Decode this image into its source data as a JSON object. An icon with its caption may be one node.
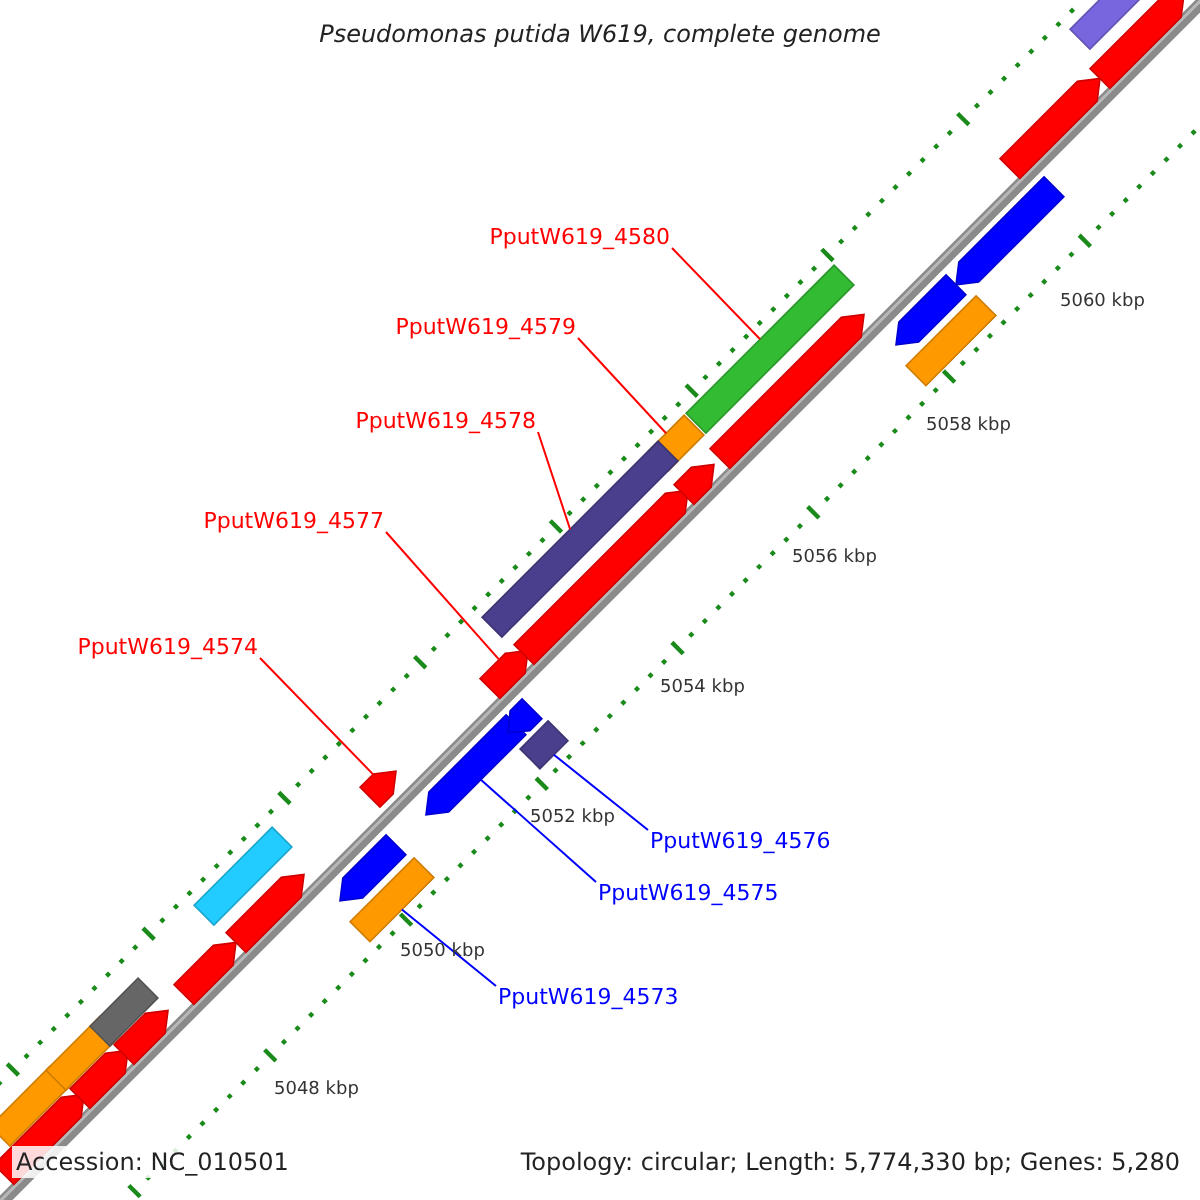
{
  "diagram": {
    "title": "Pseudomonas putida W619, complete genome",
    "nodes": [
      {
        "text": [
          "PputW619_4580"
        ]
      },
      {
        "text": [
          "PputW619_4579"
        ]
      },
      {
        "text": [
          "PputW619_4578"
        ]
      },
      {
        "text": [
          "PputW619_4577"
        ]
      },
      {
        "text": [
          "PputW619_4574"
        ]
      },
      {
        "text": [
          "PputW619_4576"
        ]
      },
      {
        "text": [
          "PputW619_4575"
        ]
      },
      {
        "text": [
          "PputW619_4573"
        ]
      },
      {
        "text": [],
        "shape": "bar"
      },
      {
        "text": [],
        "shape": "bar"
      },
      {
        "text": [],
        "shape": "bar"
      },
      {
        "text": [],
        "shape": "pentagon"
      },
      {
        "text": [],
        "shape": "pentagon"
      },
      {
        "text": [],
        "shape": "bar"
      },
      {
        "text": [],
        "shape": "pentagon"
      },
      {
        "text": [],
        "shape": "bar"
      },
      {
        "text": [],
        "shape": "bar"
      },
      {
        "text": [],
        "shape": "pentagon"
      },
      {
        "text": [],
        "shape": "bar"
      },
      {
        "text": [],
        "shape": "pentagon"
      },
      {
        "text": [],
        "shape": "bar"
      },
      {
        "text": [],
        "shape": "pentagon"
      },
      {
        "text": [],
        "shape": "pentagon"
      },
      {
        "text": [],
        "shape": "bar"
      },
      {
        "text": [],
        "shape": "pentagon"
      },
      {
        "text": [],
        "shape": "pentagon"
      },
      {
        "text": [],
        "shape": "pentagon"
      },
      {
        "text": [],
        "shape": "pentagon"
      },
      {
        "text": [],
        "shape": "pentagon"
      },
      {
        "text": [],
        "shape": "pentagon"
      },
      {
        "text": [],
        "shape": "pentagon"
      },
      {
        "text": [],
        "shape": "bar"
      },
      {
        "text": [],
        "shape": "pentagon"
      },
      {
        "text": [],
        "shape": "pentagon"
      },
      {
        "text": [],
        "shape": "bar"
      },
      {
        "text": [],
        "shape": "pentagon"
      }
    ],
    "edges": [
      {
        "from": 0,
        "to": 8,
        "arrow": "none"
      },
      {
        "from": 1,
        "to": 9,
        "arrow": "none"
      },
      {
        "from": 2,
        "to": 10,
        "arrow": "none"
      },
      {
        "from": 3,
        "to": 11,
        "arrow": "none"
      },
      {
        "from": 4,
        "to": 12,
        "arrow": "none"
      },
      {
        "from": 5,
        "to": 13,
        "arrow": "none",
        "color": "#0000ff"
      },
      {
        "from": 6,
        "to": 14,
        "arrow": "none",
        "color": "#0000ff"
      },
      {
        "from": 7,
        "to": 15,
        "arrow": "none",
        "color": "#0000ff"
      }
    ],
    "labels": [
      "5060 kbp",
      "5058 kbp",
      "5056 kbp",
      "5054 kbp",
      "5052 kbp",
      "5050 kbp",
      "5048 kbp",
      "Accession: NC_010501",
      "Topology: circular; Length: 5,774,330 bp; Genes: 5,280"
    ]
  }
}
